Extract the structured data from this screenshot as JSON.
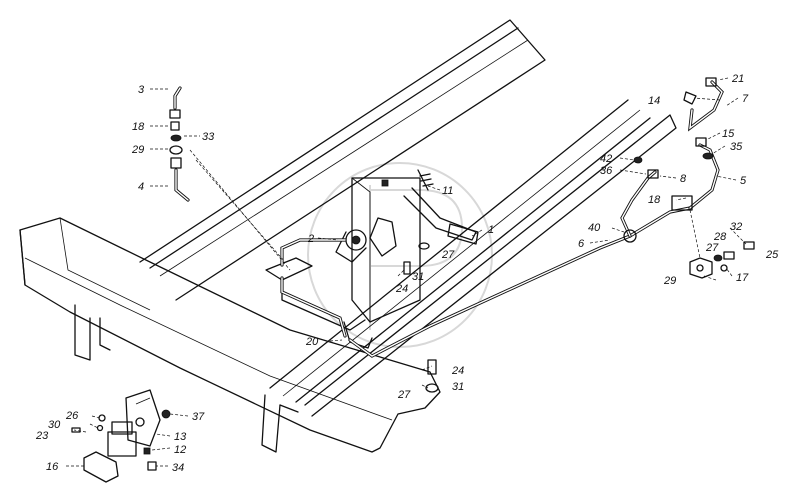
{
  "labels": {
    "l1": "1",
    "l2": "2",
    "l3": "3",
    "l4": "4",
    "l5": "5",
    "l6": "6",
    "l7": "7",
    "l8": "8",
    "l11": "11",
    "l12": "12",
    "l13": "13",
    "l14": "14",
    "l15": "15",
    "l16": "16",
    "l17": "17",
    "l18a": "18",
    "l18b": "18",
    "l20": "20",
    "l21": "21",
    "l23": "23",
    "l24a": "24",
    "l24b": "24",
    "l25": "25",
    "l26": "26",
    "l27a": "27",
    "l27b": "27",
    "l27c": "27",
    "l28": "28",
    "l29a": "29",
    "l29b": "29",
    "l30": "30",
    "l31a": "31",
    "l31b": "31",
    "l32": "32",
    "l33": "33",
    "l34": "34",
    "l35": "35",
    "l36": "36",
    "l37": "37",
    "l40": "40",
    "l42": "42"
  }
}
